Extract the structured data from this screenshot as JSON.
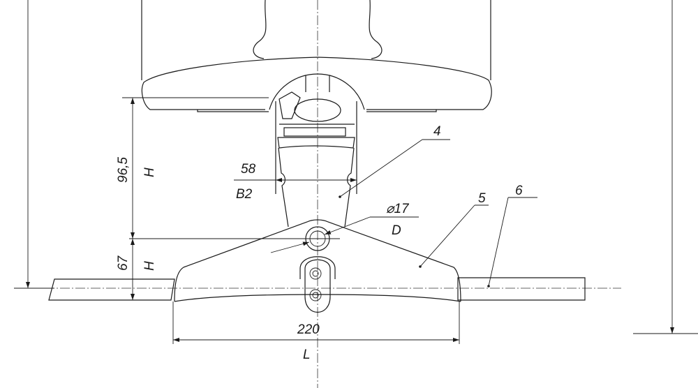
{
  "drawing": {
    "dim_height_upper": {
      "value": "96,5",
      "symbol": "H"
    },
    "dim_width_neck": {
      "value": "58",
      "symbol": "B2"
    },
    "dim_hole": {
      "value": "⌀17",
      "symbol": "D"
    },
    "dim_height_lower": {
      "value": "67",
      "symbol": "H"
    },
    "dim_base_length": {
      "value": "220",
      "symbol": "L"
    },
    "callouts": [
      "4",
      "5",
      "6"
    ]
  }
}
